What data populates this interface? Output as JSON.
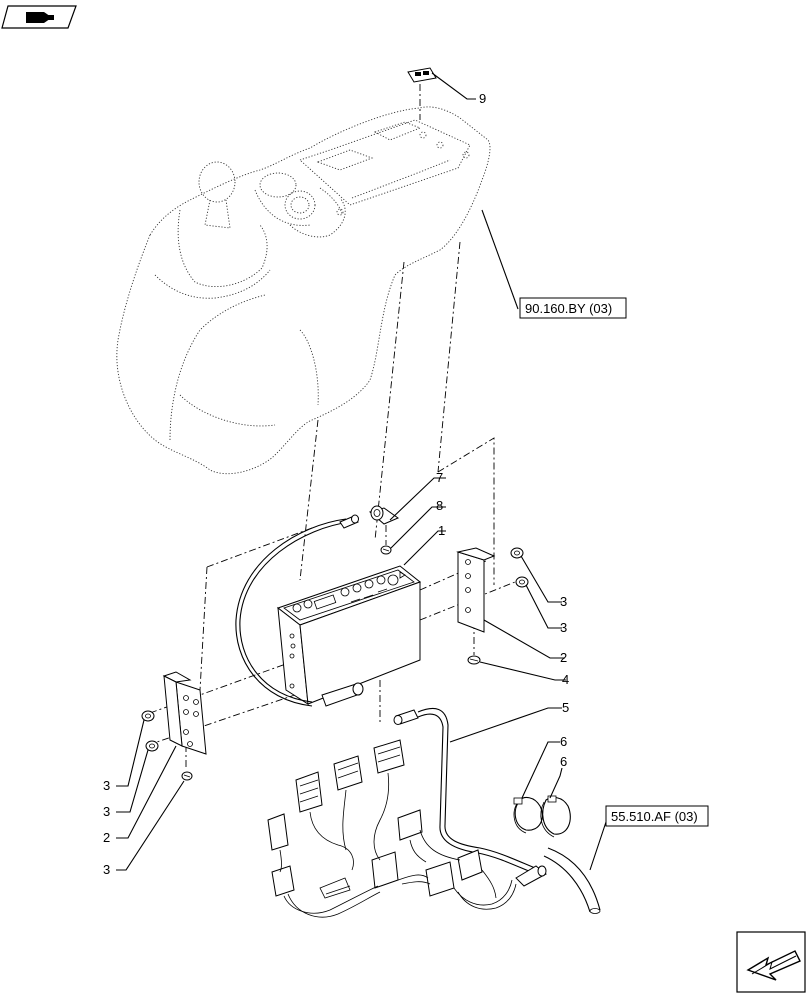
{
  "callouts": [
    {
      "id": "c9",
      "text": "9"
    },
    {
      "id": "c7",
      "text": "7"
    },
    {
      "id": "c8",
      "text": "8"
    },
    {
      "id": "c1",
      "text": "1"
    },
    {
      "id": "c3a",
      "text": "3"
    },
    {
      "id": "c3b",
      "text": "3"
    },
    {
      "id": "c2a",
      "text": "2"
    },
    {
      "id": "c4",
      "text": "4"
    },
    {
      "id": "c5",
      "text": "5"
    },
    {
      "id": "c6a",
      "text": "6"
    },
    {
      "id": "c6b",
      "text": "6"
    },
    {
      "id": "c3c",
      "text": "3"
    },
    {
      "id": "c3d",
      "text": "3"
    },
    {
      "id": "c2b",
      "text": "2"
    },
    {
      "id": "c3e",
      "text": "3"
    }
  ],
  "references": {
    "console": "90.160.BY (03)",
    "harness": "55.510.AF (03)"
  },
  "icons": {
    "top_left": "book-navigation-icon",
    "bottom_right": "next-page-arrow-icon"
  }
}
